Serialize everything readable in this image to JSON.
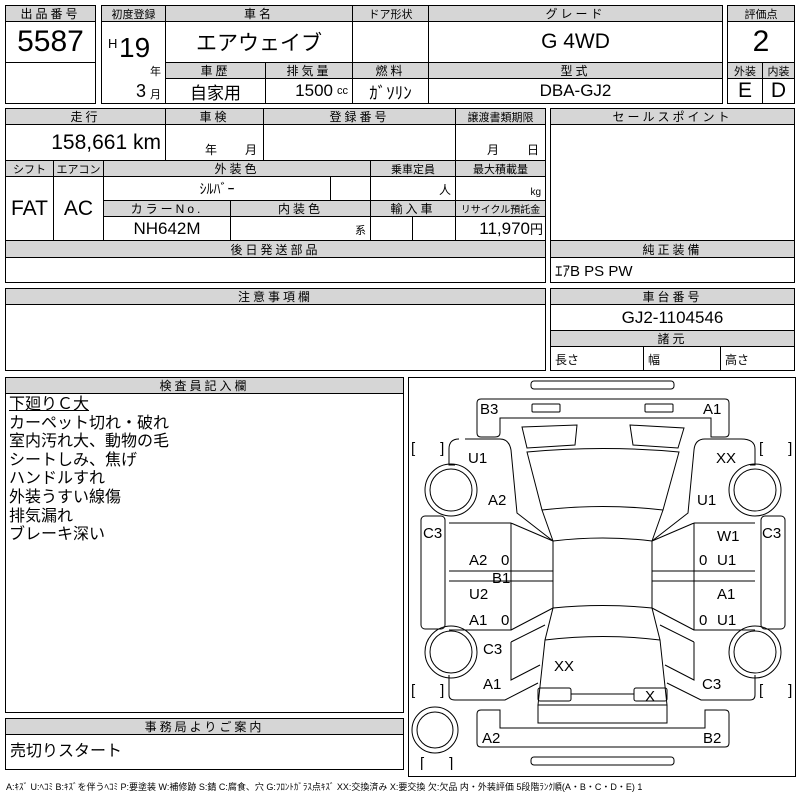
{
  "lot": {
    "label": "出品番号",
    "number": "5587"
  },
  "first_registration": {
    "label": "初度登録",
    "era": "H",
    "year": "19",
    "year_unit": "年",
    "month": "3",
    "month_unit": "月"
  },
  "car_name": {
    "label": "車名",
    "value": "エアウェイブ"
  },
  "door_type": {
    "label": "ドア形状"
  },
  "grade": {
    "label": "グレード",
    "value": "G 4WD"
  },
  "history": {
    "label": "車歴",
    "value": "自家用"
  },
  "displacement": {
    "label": "排気量",
    "value": "1500",
    "unit": "cc"
  },
  "fuel": {
    "label": "燃料",
    "value": "ｶﾞｿﾘﾝ"
  },
  "model_code": {
    "label": "型式",
    "value": "DBA-GJ2"
  },
  "score": {
    "label": "評価点",
    "value": "2",
    "exterior_label": "外装",
    "interior_label": "内装",
    "exterior": "E",
    "interior": "D"
  },
  "mileage": {
    "label": "走行",
    "value": "158,661 km"
  },
  "inspection": {
    "label": "車検",
    "year_unit": "年",
    "month_unit": "月"
  },
  "registration_no": {
    "label": "登録番号"
  },
  "transfer_deadline": {
    "label": "譲渡書類期限",
    "month_unit": "月",
    "day_unit": "日"
  },
  "shift": {
    "label": "シフト",
    "value": "FAT"
  },
  "aircon": {
    "label": "エアコン",
    "value": "AC"
  },
  "exterior_color": {
    "label": "外装色",
    "value": "ｼﾙﾊﾞｰ"
  },
  "capacity": {
    "label": "乗車定員",
    "unit": "人"
  },
  "max_load": {
    "label": "最大積載量",
    "unit": "kg"
  },
  "color_no": {
    "label": "カラーNo.",
    "value": "NH642M"
  },
  "interior_color": {
    "label": "内装色",
    "unit": "系"
  },
  "imported": {
    "label": "輸入車"
  },
  "recycle_fee": {
    "label": "リサイクル預託金",
    "value": "11,970",
    "unit": "円"
  },
  "later_parts": {
    "label": "後日発送部品"
  },
  "sales_points": {
    "label": "セールスポイント"
  },
  "equipment": {
    "label": "純正装備",
    "value": "ｴｱB PS PW"
  },
  "caution": {
    "label": "注意事項欄"
  },
  "chassis": {
    "label": "車台番号",
    "value": "GJ2-1104546"
  },
  "specs": {
    "label": "諸元",
    "length": "長さ",
    "width": "幅",
    "height": "高さ"
  },
  "inspector": {
    "label": "検査員記入欄",
    "lines": [
      "下廻りＣ大",
      "カーペット切れ・破れ",
      "室内汚れ大、動物の毛",
      "シートしみ、焦げ",
      "ハンドルすれ",
      "外装うすい線傷",
      "排気漏れ",
      "ブレーキ深い"
    ]
  },
  "office": {
    "label": "事務局よりご案内",
    "value": "売切りスタート"
  },
  "diagram": {
    "marks": [
      "B3",
      "A1",
      "U1",
      "XX",
      "A2",
      "U1",
      "C3",
      "W1",
      "C3",
      "A2",
      "U1",
      "B1",
      "U2",
      "A1",
      "A1",
      "U1",
      "C3",
      "XX",
      "A1",
      "C3",
      "X",
      "A2",
      "B2"
    ],
    "zero_mark": "0",
    "bracket": "[      ]"
  },
  "legend": "A:ｷｽﾞ U:ﾍｺﾐ B:ｷｽﾞを伴うﾍｺﾐ P:要塗装 W:補修跡 S:錆 C:腐食、穴 G:ﾌﾛﾝﾄｶﾞﾗｽ点ｷｽﾞ XX:交換済み X:要交換 欠:欠品 内・外装評価 5段階ﾗﾝｸ順(A・B・C・D・E) 1"
}
